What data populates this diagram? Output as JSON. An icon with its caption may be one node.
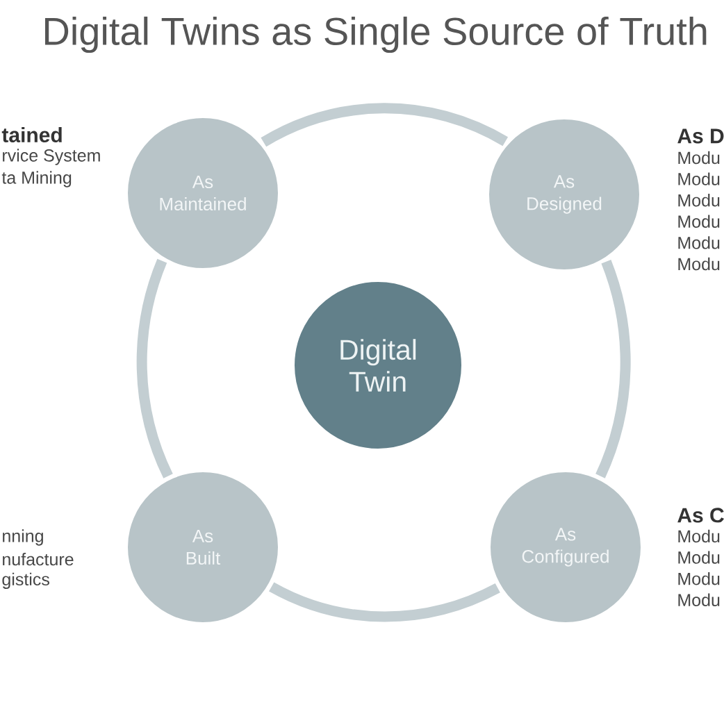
{
  "diagram": {
    "title": "Digital Twins as Single Source of Truth",
    "nodes": [
      {
        "text": [
          "As Maintained"
        ],
        "beside": [
          "tained",
          "rvice System",
          "ta Mining"
        ]
      },
      {
        "text": [
          "As Designed"
        ],
        "beside": [
          "As D",
          "Modu",
          "Modu",
          "Modu",
          "Modu",
          "Modu",
          "Modu"
        ]
      },
      {
        "text": [
          "Digital Twin"
        ]
      },
      {
        "text": [
          "As Built"
        ],
        "beside": [
          "nning",
          "nufacture",
          "gistics"
        ]
      },
      {
        "text": [
          "As Configured"
        ],
        "beside": [
          "As C",
          "Modu",
          "Modu",
          "Modu",
          "Modu"
        ]
      }
    ],
    "edges": [
      {
        "from": 0,
        "to": 1,
        "arrow": "none"
      },
      {
        "from": 1,
        "to": 4,
        "arrow": "none"
      },
      {
        "from": 4,
        "to": 3,
        "arrow": "none"
      },
      {
        "from": 3,
        "to": 0,
        "arrow": "none"
      }
    ]
  }
}
